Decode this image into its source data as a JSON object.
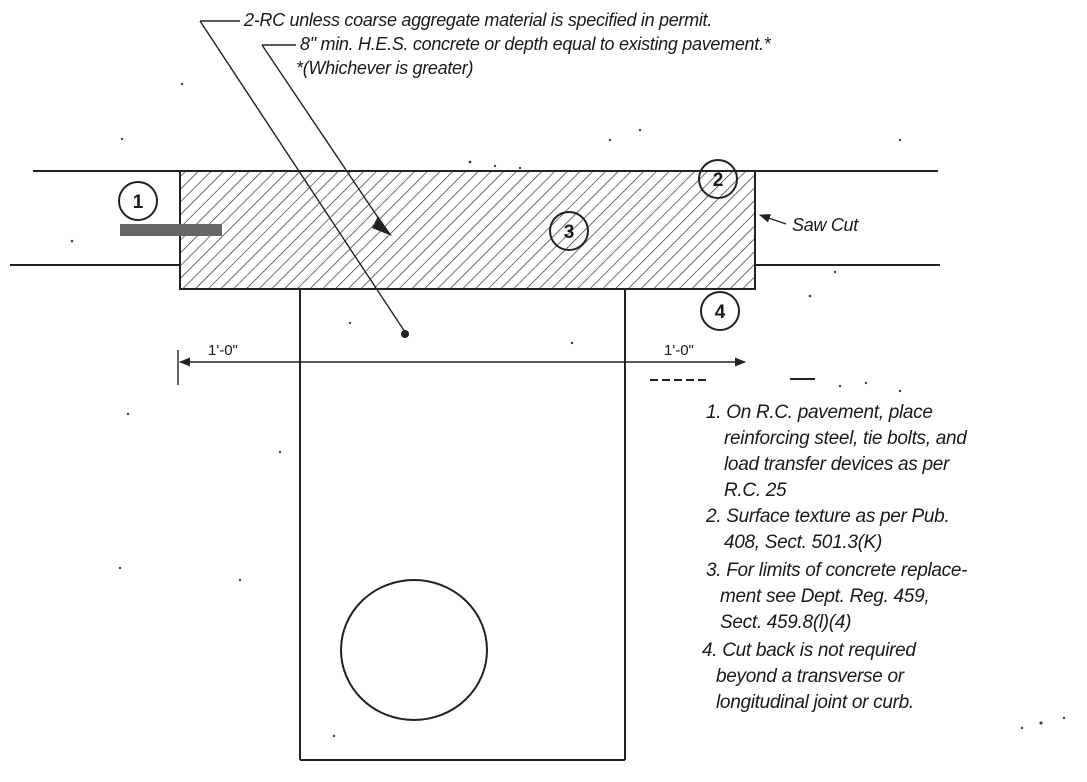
{
  "callouts": {
    "line1": "2-RC unless coarse aggregate material is specified in permit.",
    "line2": "8\" min. H.E.S. concrete or depth equal to existing pavement.*",
    "line3": "*(Whichever is greater)"
  },
  "labels": {
    "saw_cut": "Saw Cut",
    "dim_left": "1'-0\"",
    "dim_right": "1'-0\""
  },
  "markers": [
    "1",
    "2",
    "3",
    "4"
  ],
  "notes": [
    [
      "1. On R.C. pavement, place",
      "reinforcing steel, tie bolts, and",
      "load transfer devices as per",
      "R.C. 25"
    ],
    [
      "2. Surface texture as per Pub.",
      "408, Sect. 501.3(K)"
    ],
    [
      "3. For limits of concrete replace-",
      "ment see Dept. Reg. 459,",
      "Sect. 459.8(l)(4)"
    ],
    [
      "4. Cut back is not required",
      "beyond a transverse or",
      "longitudinal joint or curb."
    ]
  ]
}
